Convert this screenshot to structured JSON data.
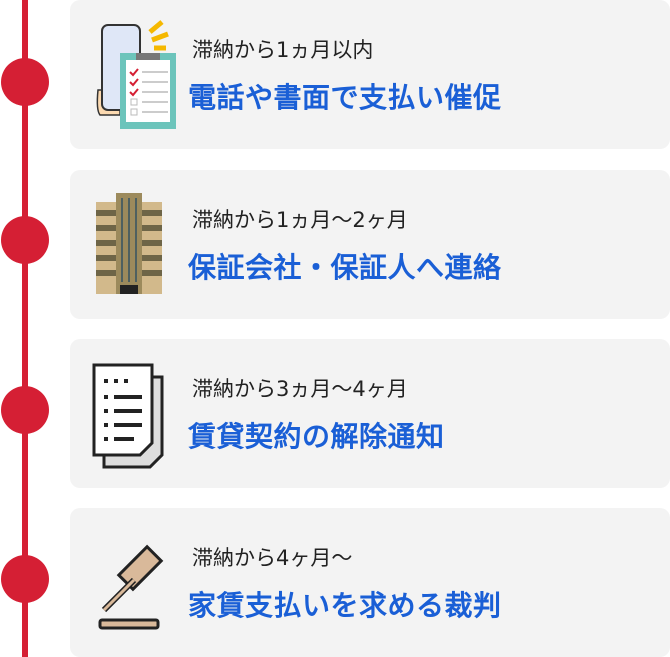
{
  "colors": {
    "accent": "#d51f34",
    "title": "#1a5fd6",
    "card": "#f3f3f3"
  },
  "steps": [
    {
      "period": "滞納から1ヵ月以内",
      "action": "電話や書面で支払い催促",
      "icon": "phone-clipboard-icon"
    },
    {
      "period": "滞納から1ヵ月〜2ヶ月",
      "action": "保証会社・保証人へ連絡",
      "icon": "building-icon"
    },
    {
      "period": "滞納から3ヵ月〜4ヶ月",
      "action": "賃貸契約の解除通知",
      "icon": "document-icon"
    },
    {
      "period": "滞納から4ヶ月〜",
      "action": "家賃支払いを求める裁判",
      "icon": "gavel-icon"
    }
  ]
}
